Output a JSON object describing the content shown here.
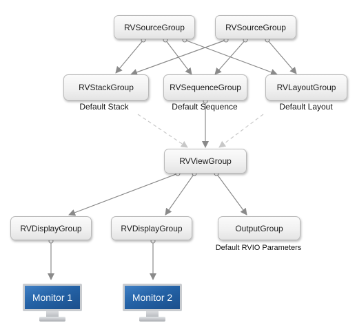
{
  "nodes": {
    "source1": "RVSourceGroup",
    "source2": "RVSourceGroup",
    "stack": "RVStackGroup",
    "sequence": "RVSequenceGroup",
    "layout": "RVLayoutGroup",
    "view": "RVViewGroup",
    "display1": "RVDisplayGroup",
    "display2": "RVDisplayGroup",
    "output": "OutputGroup"
  },
  "captions": {
    "stack": "Default Stack",
    "sequence": "Default Sequence",
    "layout": "Default Layout",
    "output": "Default RVIO Parameters"
  },
  "monitors": {
    "monitor1": "Monitor 1",
    "monitor2": "Monitor 2"
  },
  "colors": {
    "wire": "#8a8a8a",
    "dashed_wire": "#c8c8c8",
    "screen": "#2462a6"
  }
}
